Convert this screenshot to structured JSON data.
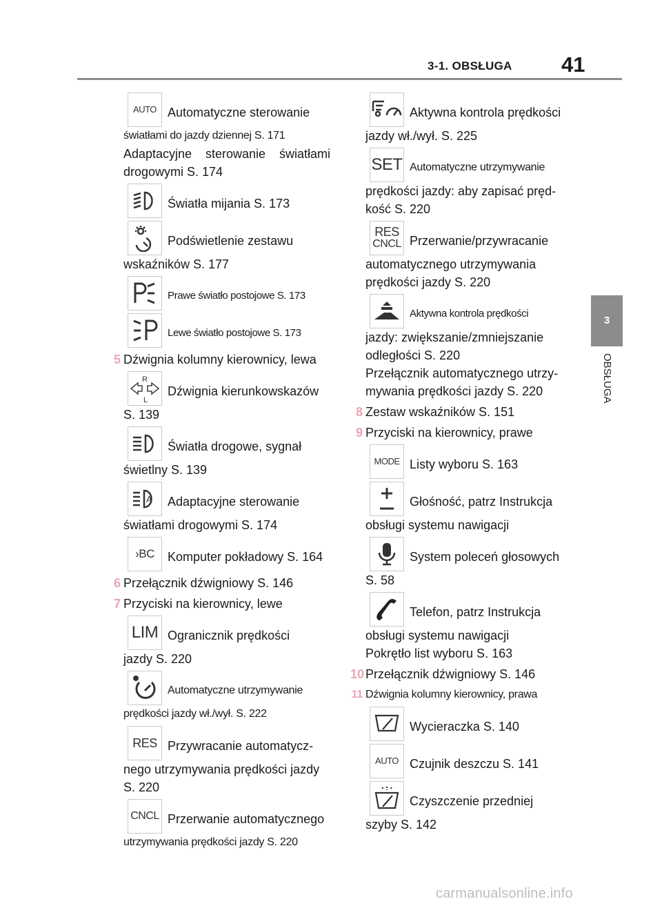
{
  "header": {
    "section": "3-1. OBSŁUGA",
    "page": "41"
  },
  "tab": {
    "number": "3",
    "label": "OBSŁUGA"
  },
  "left": {
    "auto": {
      "icon": "AUTO",
      "text": "Automatyczne sterowanie",
      "cont": "światłami do jazdy dziennej S. 171"
    },
    "adaptive_text": "Adaptacyjne  sterowanie  światłami drogowymi S. 174",
    "low_beam": "Światła mijania S. 173",
    "panel_light": {
      "text": "Podświetlenie zestawu",
      "cont": "wskaźników S. 177"
    },
    "right_parking": "Prawe światło postojowe S. 173",
    "left_parking": "Lewe światło postojowe S. 173",
    "item5": {
      "num": "5",
      "text": "Dźwignia kolumny kierownicy, lewa"
    },
    "turn_signal": {
      "icon_r": "R",
      "icon_l": "L",
      "text": "Dźwignia kierunkowskazów",
      "cont": "S. 139"
    },
    "high_beam": {
      "text": "Światła drogowe, sygnał",
      "cont": "świetlny S. 139"
    },
    "ahb": {
      "icon": "A",
      "text": "Adaptacyjne sterowanie",
      "cont": "światłami drogowymi S. 174"
    },
    "bc": {
      "icon": "BC",
      "text": "Komputer pokładowy S. 164"
    },
    "item6": {
      "num": "6",
      "text": "Przełącznik dźwigniowy S. 146"
    },
    "item7": {
      "num": "7",
      "text": "Przyciski na kierownicy, lewe"
    },
    "lim": {
      "icon": "LIM",
      "text": "Ogranicznik prędkości",
      "cont": "jazdy S. 220"
    },
    "cruise": {
      "text": "Automatyczne utrzymywanie",
      "cont": "prędkości jazdy wł./wył. S. 222"
    },
    "res": {
      "icon": "RES",
      "text": "Przywracanie automatycz-",
      "cont": "nego utrzymywania prędkości jazdy",
      "cont2": "S. 220"
    },
    "cncl": {
      "icon": "CNCL",
      "text": "Przerwanie automatycznego",
      "cont": "utrzymywania prędkości jazdy S. 220"
    }
  },
  "right": {
    "acc": {
      "text": "Aktywna kontrola prędkości",
      "cont": "jazdy wł./wył. S. 225"
    },
    "set": {
      "icon": "SET",
      "text": "Automatyczne utrzymywanie",
      "cont": "prędkości jazdy: aby zapisać pręd-",
      "cont2": "kość S. 220"
    },
    "rescncl": {
      "icon1": "RES",
      "icon2": "CNCL",
      "text": "Przerwanie/przywracanie",
      "cont": "automatycznego utrzymywania",
      "cont2": "prędkości jazdy S. 220"
    },
    "distance": {
      "text": "Aktywna kontrola prędkości",
      "cont": "jazdy: zwiększanie/zmniejszanie",
      "cont2": "odległości S. 220",
      "cont3": "Przełącznik  automatycznego  utrzy-",
      "cont4": "mywania prędkości jazdy S. 220"
    },
    "item8": {
      "num": "8",
      "text": "Zestaw wskaźników S. 151"
    },
    "item9": {
      "num": "9",
      "text": "Przyciski na kierownicy, prawe"
    },
    "mode": {
      "icon": "MODE",
      "text": "Listy wyboru S. 163"
    },
    "volume": {
      "text": "Głośność, patrz Instrukcja",
      "cont": "obsługi systemu nawigacji"
    },
    "voice": {
      "text": "System poleceń głosowych",
      "cont": "S. 58"
    },
    "phone": {
      "text": "Telefon, patrz Instrukcja",
      "cont": "obsługi systemu nawigacji",
      "cont2": "Pokrętło list wyboru S. 163"
    },
    "item10": {
      "num": "10",
      "text": "Przełącznik dźwigniowy S. 146"
    },
    "item11": {
      "num": "11",
      "text": "Dźwignia kolumny kierownicy, prawa"
    },
    "wiper": {
      "text": "Wycieraczka S. 140"
    },
    "rain": {
      "icon": "AUTO",
      "text": "Czujnik deszczu S. 141"
    },
    "washer": {
      "text": "Czyszczenie przedniej",
      "cont": "szyby S. 142"
    }
  },
  "watermark": "carmanualsonline.info"
}
